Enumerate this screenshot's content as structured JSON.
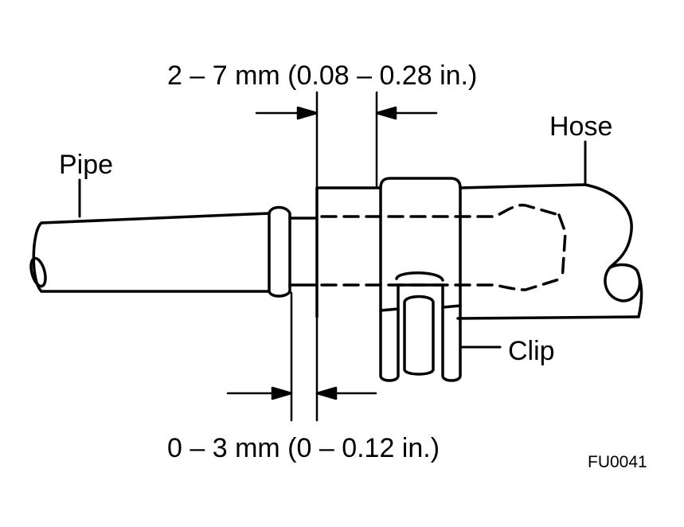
{
  "labels": {
    "top_dimension": "2 – 7 mm (0.08 – 0.28 in.)",
    "bottom_dimension": "0 – 3 mm (0 – 0.12 in.)",
    "pipe": "Pipe",
    "hose": "Hose",
    "clip": "Clip",
    "figure_code": "FU0041"
  },
  "colors": {
    "ink": "#000000",
    "paper": "#ffffff"
  }
}
